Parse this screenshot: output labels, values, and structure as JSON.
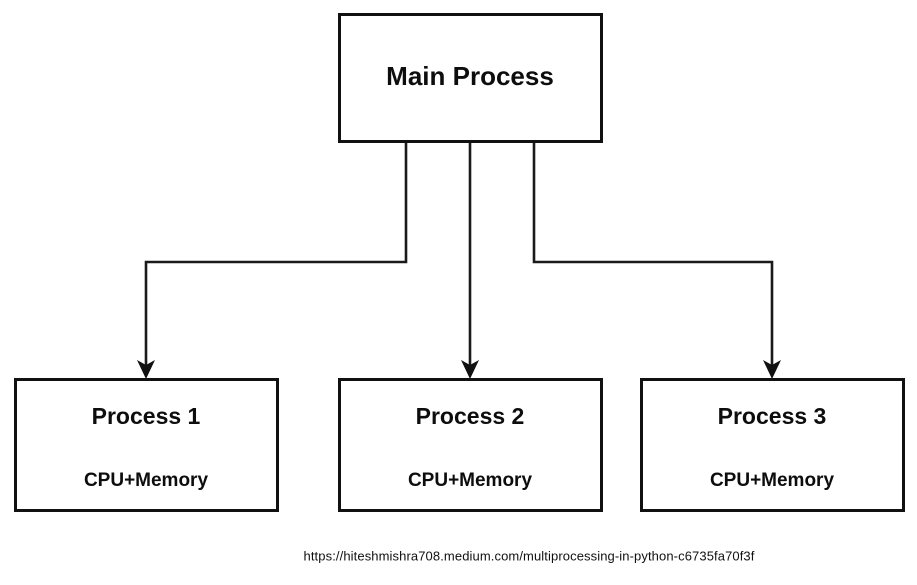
{
  "diagram": {
    "type": "flowchart",
    "orientation": "top-down",
    "background_color": "#ffffff",
    "line_color": "#1a1a1a",
    "box_border_color": "#111111",
    "text_color": "#0d0d0d",
    "root": {
      "id": "main-process",
      "label": "Main Process"
    },
    "children": [
      {
        "id": "process-1",
        "title": "Process 1",
        "subtitle": "CPU+Memory"
      },
      {
        "id": "process-2",
        "title": "Process 2",
        "subtitle": "CPU+Memory"
      },
      {
        "id": "process-3",
        "title": "Process 3",
        "subtitle": "CPU+Memory"
      }
    ],
    "edges": [
      {
        "from": "main-process",
        "to": "process-1",
        "style": "elbow-arrow"
      },
      {
        "from": "main-process",
        "to": "process-2",
        "style": "straight-arrow"
      },
      {
        "from": "main-process",
        "to": "process-3",
        "style": "elbow-arrow"
      }
    ]
  },
  "caption": {
    "url": "https://hiteshmishra708.medium.com/multiprocessing-in-python-c6735fa70f3f"
  }
}
